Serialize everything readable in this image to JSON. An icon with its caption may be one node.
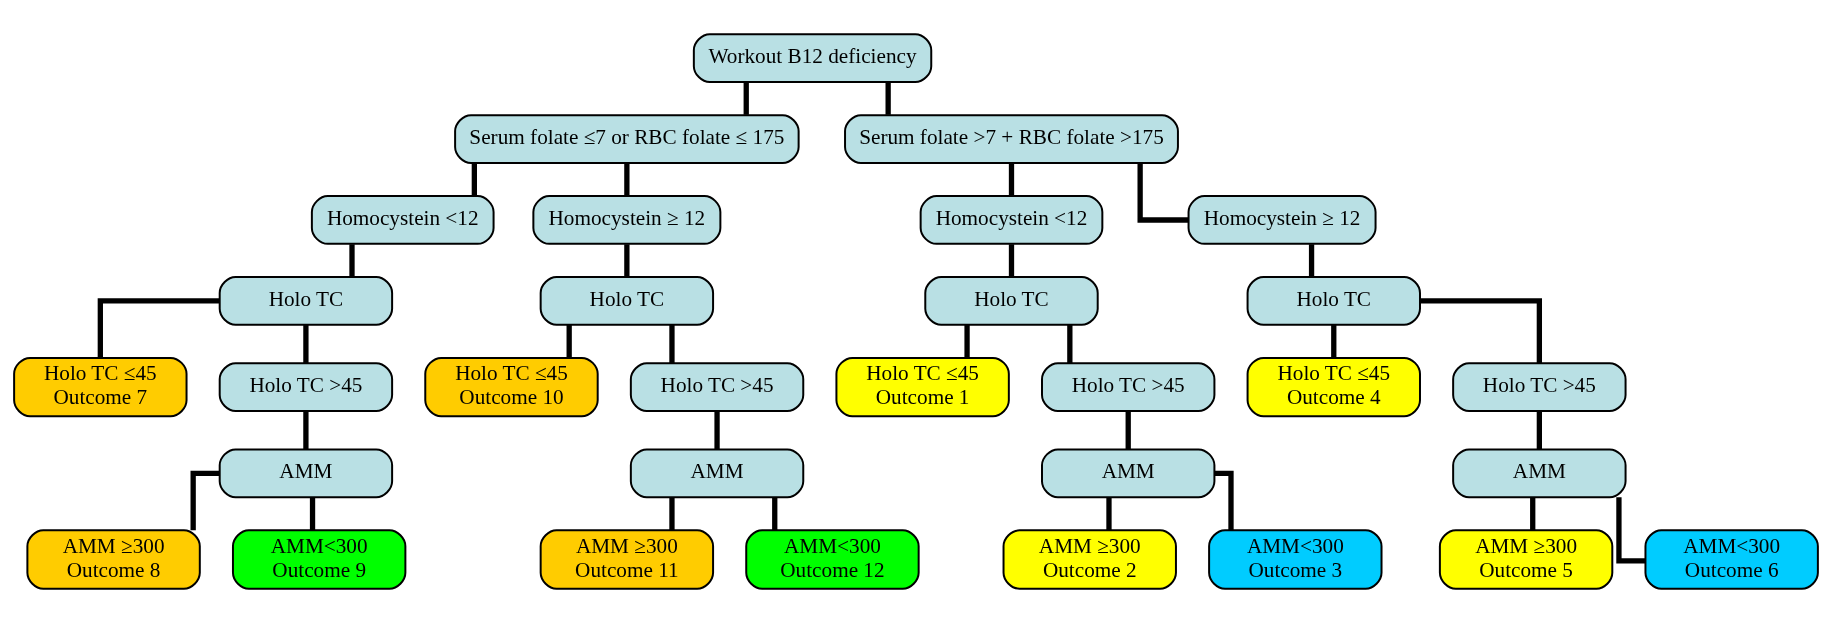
{
  "diagram": {
    "nodes": [
      {
        "text": [
          "Workout B12 deficiency"
        ]
      },
      {
        "text": [
          "Serum folate ≤7 or RBC folate ≤ 175"
        ]
      },
      {
        "text": [
          "Serum folate >7 + RBC folate >175"
        ]
      },
      {
        "text": [
          "Homocystein <12"
        ]
      },
      {
        "text": [
          "Homocystein ≥ 12"
        ]
      },
      {
        "text": [
          "Homocystein <12"
        ]
      },
      {
        "text": [
          "Homocystein ≥ 12"
        ]
      },
      {
        "text": [
          "Holo TC"
        ]
      },
      {
        "text": [
          "Holo TC"
        ]
      },
      {
        "text": [
          "Holo TC"
        ]
      },
      {
        "text": [
          "Holo TC"
        ]
      },
      {
        "text": [
          "Holo TC ≤45",
          "Outcome 7"
        ]
      },
      {
        "text": [
          "Holo TC >45"
        ]
      },
      {
        "text": [
          "Holo TC ≤45",
          "Outcome 10"
        ]
      },
      {
        "text": [
          "Holo TC >45"
        ]
      },
      {
        "text": [
          "Holo TC ≤45",
          "Outcome 1"
        ]
      },
      {
        "text": [
          "Holo TC >45"
        ]
      },
      {
        "text": [
          "Holo TC ≤45",
          "Outcome 4"
        ]
      },
      {
        "text": [
          "Holo TC >45"
        ]
      },
      {
        "text": [
          "AMM"
        ]
      },
      {
        "text": [
          "AMM"
        ]
      },
      {
        "text": [
          "AMM"
        ]
      },
      {
        "text": [
          "AMM"
        ]
      },
      {
        "text": [
          "AMM ≥300",
          "Outcome 8"
        ]
      },
      {
        "text": [
          "AMM<300",
          "Outcome 9"
        ]
      },
      {
        "text": [
          "AMM ≥300",
          "Outcome 11"
        ]
      },
      {
        "text": [
          "AMM<300",
          "Outcome 12"
        ]
      },
      {
        "text": [
          "AMM ≥300",
          "Outcome 2"
        ]
      },
      {
        "text": [
          "AMM<300",
          "Outcome 3"
        ]
      },
      {
        "text": [
          "AMM ≥300",
          "Outcome 5"
        ]
      },
      {
        "text": [
          "AMM<300",
          "Outcome 6"
        ]
      }
    ],
    "edges": [
      {
        "from": 0,
        "to": 1,
        "arrow": "none"
      },
      {
        "from": 0,
        "to": 2,
        "arrow": "none"
      },
      {
        "from": 1,
        "to": 3,
        "arrow": "none"
      },
      {
        "from": 1,
        "to": 4,
        "arrow": "none"
      },
      {
        "from": 2,
        "to": 5,
        "arrow": "none"
      },
      {
        "from": 2,
        "to": 6,
        "arrow": "none"
      },
      {
        "from": 3,
        "to": 7,
        "arrow": "none"
      },
      {
        "from": 4,
        "to": 8,
        "arrow": "none"
      },
      {
        "from": 5,
        "to": 9,
        "arrow": "none"
      },
      {
        "from": 6,
        "to": 10,
        "arrow": "none"
      },
      {
        "from": 7,
        "to": 11,
        "arrow": "none"
      },
      {
        "from": 7,
        "to": 12,
        "arrow": "none"
      },
      {
        "from": 8,
        "to": 13,
        "arrow": "none"
      },
      {
        "from": 8,
        "to": 14,
        "arrow": "none"
      },
      {
        "from": 9,
        "to": 15,
        "arrow": "none"
      },
      {
        "from": 9,
        "to": 16,
        "arrow": "none"
      },
      {
        "from": 10,
        "to": 17,
        "arrow": "none"
      },
      {
        "from": 10,
        "to": 18,
        "arrow": "none"
      },
      {
        "from": 12,
        "to": 19,
        "arrow": "none"
      },
      {
        "from": 14,
        "to": 20,
        "arrow": "none"
      },
      {
        "from": 16,
        "to": 21,
        "arrow": "none"
      },
      {
        "from": 18,
        "to": 22,
        "arrow": "none"
      },
      {
        "from": 19,
        "to": 23,
        "arrow": "none"
      },
      {
        "from": 19,
        "to": 24,
        "arrow": "none"
      },
      {
        "from": 20,
        "to": 25,
        "arrow": "none"
      },
      {
        "from": 20,
        "to": 26,
        "arrow": "none"
      },
      {
        "from": 21,
        "to": 27,
        "arrow": "none"
      },
      {
        "from": 21,
        "to": 28,
        "arrow": "none"
      },
      {
        "from": 22,
        "to": 29,
        "arrow": "none"
      },
      {
        "from": 22,
        "to": 30,
        "arrow": "none"
      }
    ]
  }
}
